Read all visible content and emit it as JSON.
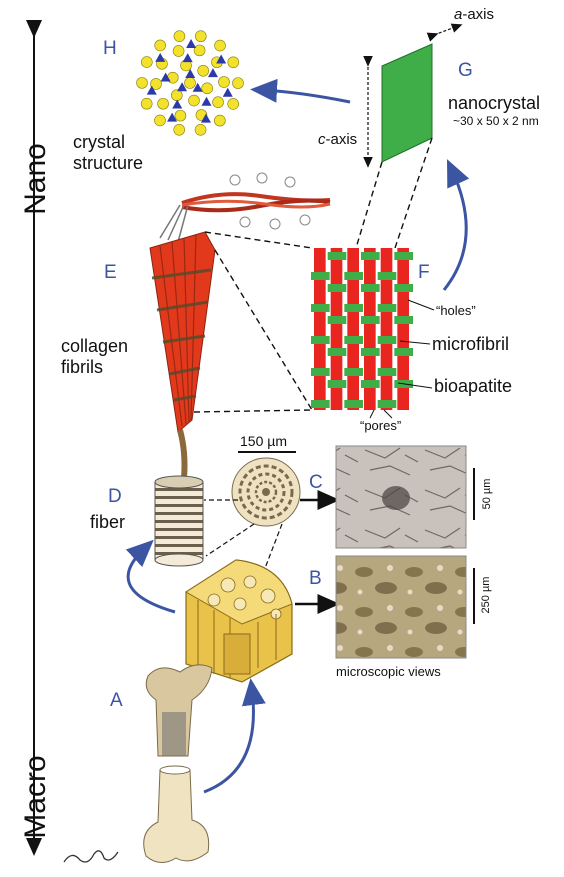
{
  "axis": {
    "top_label": "Nano",
    "bottom_label": "Macro"
  },
  "panels": {
    "H": {
      "letter": "H",
      "label_line1": "crystal",
      "label_line2": "structure"
    },
    "G": {
      "letter": "G",
      "title": "nanocrystal",
      "dims": "~30 x 50 x 2 nm",
      "a_axis_prefix": "a",
      "a_axis_suffix": "-axis",
      "c_axis_prefix": "c",
      "c_axis_suffix": "-axis"
    },
    "E": {
      "letter": "E",
      "label_line1": "collagen",
      "label_line2": "fibrils"
    },
    "F": {
      "letter": "F",
      "holes": "“holes”",
      "microfibril": "microfibril",
      "bioapatite": "bioapatite",
      "pores": "“pores”"
    },
    "D": {
      "letter": "D",
      "label": "fiber"
    },
    "C": {
      "letter": "C",
      "scale": "150 µm",
      "micro_scale": "50 µm"
    },
    "B": {
      "letter": "B",
      "micro_scale": "250 µm",
      "caption": "microscopic views"
    },
    "A": {
      "letter": "A"
    }
  },
  "colors": {
    "accent_blue": "#3b55a3",
    "collagen_red": "#e8261f",
    "crystal_green": "#3fae49",
    "atom_yellow": "#f2e22c",
    "bone_tan": "#e9d7a6",
    "bone_yellow": "#e9c24a"
  }
}
